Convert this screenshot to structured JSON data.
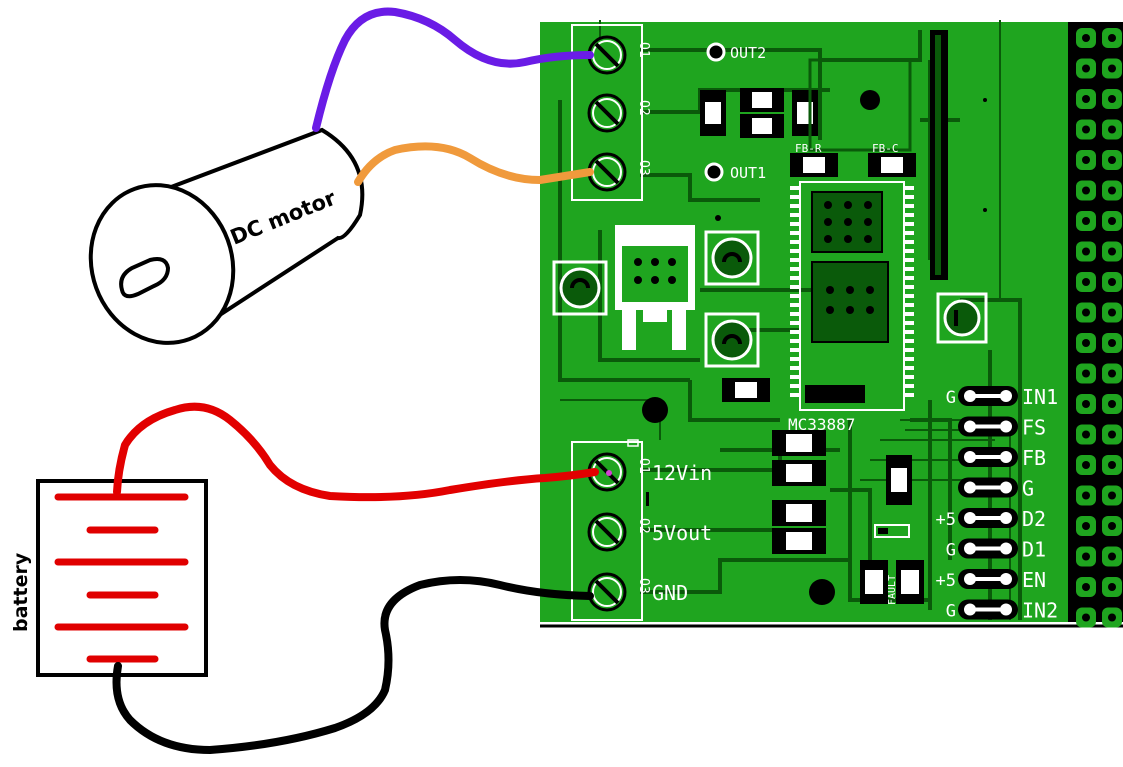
{
  "colors": {
    "pcb": "#1fa51f",
    "pcb_dark": "#0a5a0a",
    "silk": "#ffffff",
    "header_black": "#000000",
    "wire_purple": "#6a1ce6",
    "wire_orange": "#f09a3c",
    "wire_red": "#e20000",
    "wire_black": "#000000",
    "battery_red": "#e00000"
  },
  "motor": {
    "label": "DC motor"
  },
  "battery": {
    "label": "battery"
  },
  "top_terminal": {
    "pins": [
      "O1",
      "O2",
      "O3"
    ],
    "outputs": [
      "OUT2",
      "OUT1"
    ]
  },
  "bottom_terminal": {
    "pins": [
      "O1",
      "O2",
      "O3"
    ],
    "labels": [
      "12Vin",
      "5Vout",
      "GND"
    ]
  },
  "chip": {
    "label": "MC33887"
  },
  "feedback_labels": [
    "FB-R",
    "FB-C"
  ],
  "fault_label": "FAULT",
  "signal_pins": [
    {
      "left": "G",
      "right": "IN1"
    },
    {
      "left": "",
      "right": "FS"
    },
    {
      "left": "",
      "right": "FB"
    },
    {
      "left": "",
      "right": "G"
    },
    {
      "left": "+5",
      "right": "D2"
    },
    {
      "left": "G",
      "right": "D1"
    },
    {
      "left": "+5",
      "right": "EN"
    },
    {
      "left": "G",
      "right": "IN2"
    }
  ]
}
